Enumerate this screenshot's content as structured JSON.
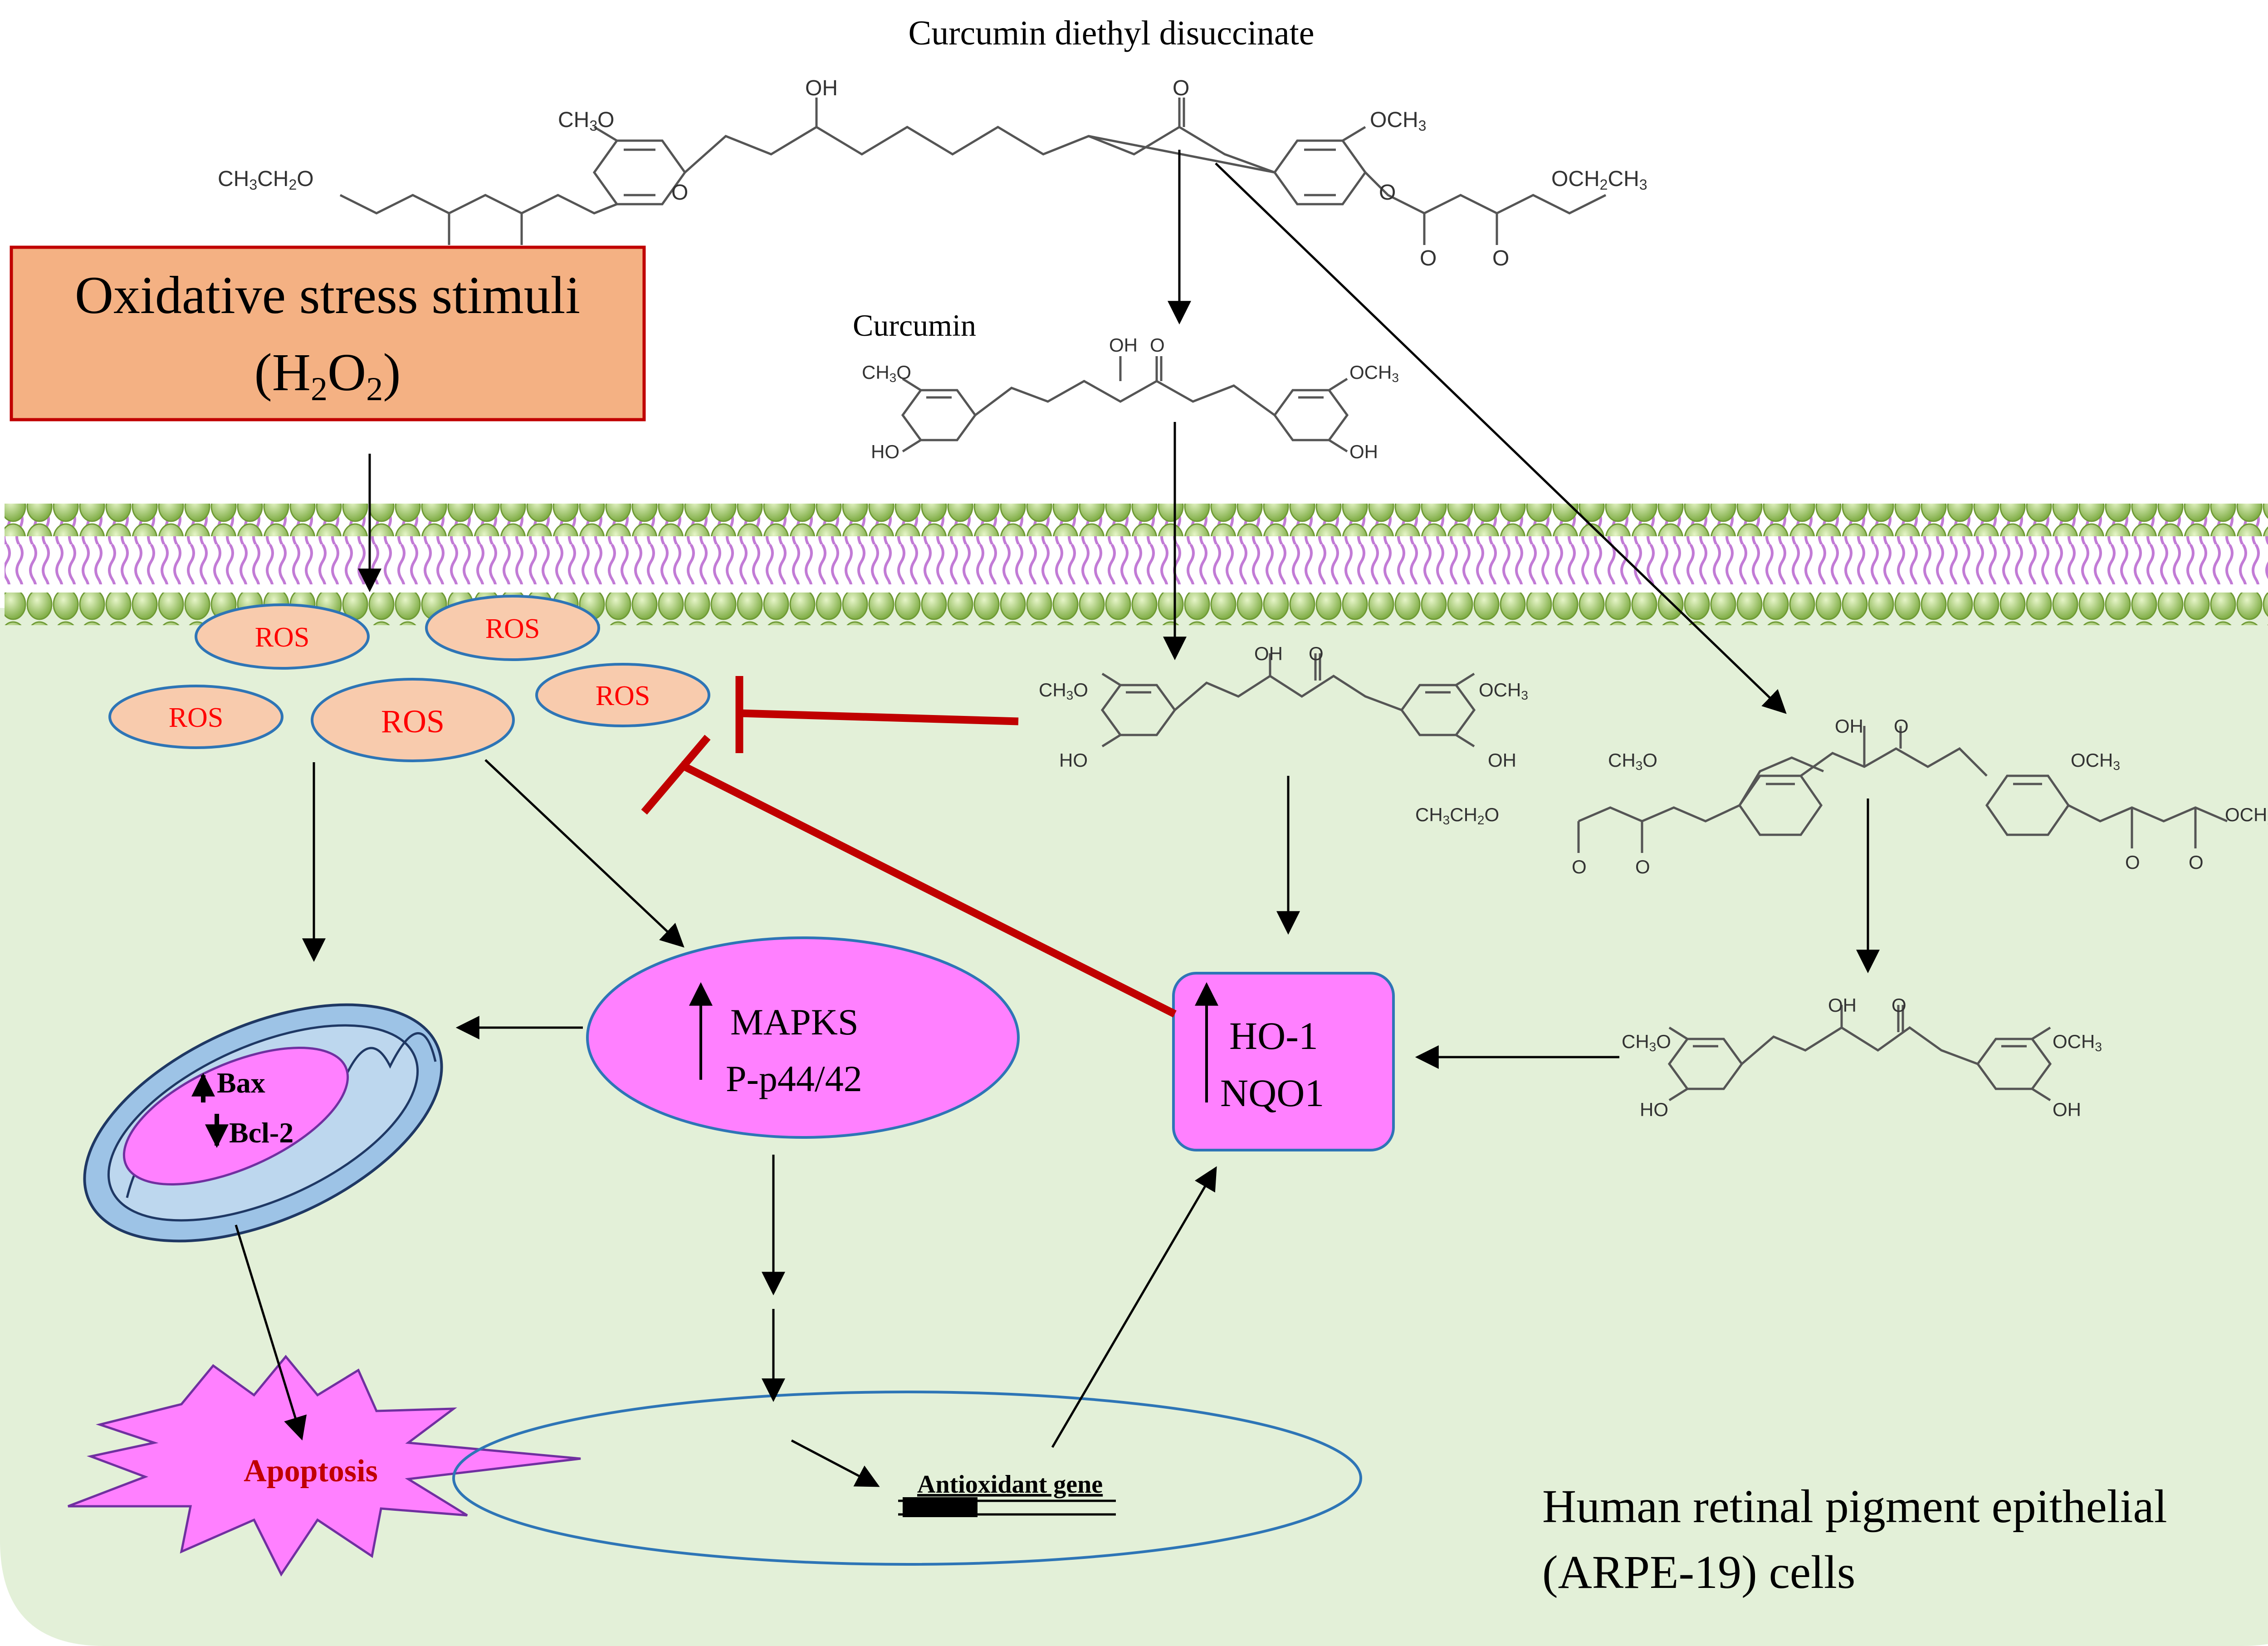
{
  "title": "Curcumin diethyl disuccinate",
  "stimulus": {
    "line1": "Oxidative stress stimuli",
    "h2o2_open": "(H",
    "h2o2_sub1": "2",
    "h2o2_mid": "O",
    "h2o2_sub2": "2",
    "h2o2_close": ")"
  },
  "curcumin_label": "Curcumin",
  "ros": [
    "ROS",
    "ROS",
    "ROS",
    "ROS",
    "ROS"
  ],
  "mapk": {
    "line1": "MAPKS",
    "line2": "P-p44/42"
  },
  "ho1": {
    "line1": "HO-1",
    "line2": "NQO1"
  },
  "mito": {
    "line1": "Bax",
    "line2": "Bcl-2"
  },
  "apoptosis": "Apoptosis",
  "gene": "Antioxidant gene",
  "cell": {
    "line1": "Human retinal pigment epithelial",
    "line2": "(ARPE-19) cells"
  },
  "chem": {
    "oh": "OH",
    "o": "O",
    "och3": "OCH",
    "h3co": "CH",
    "ho": "HO",
    "ethyl_left": "CH",
    "ethyl_right": "OCH"
  },
  "colors": {
    "cell_fill": "#e3f0d8",
    "stimulus_fill": "#f4b183",
    "stimulus_border": "#c00000",
    "ros_fill": "#f8cbad",
    "ros_border": "#2e75b6",
    "ros_text": "#ff0000",
    "magenta": "#ff80ff",
    "inhibit_red": "#c00000",
    "mito_fill": "#9dc3e6",
    "membrane_head": "#8ebd50",
    "membrane_tail": "#c27bd6"
  }
}
